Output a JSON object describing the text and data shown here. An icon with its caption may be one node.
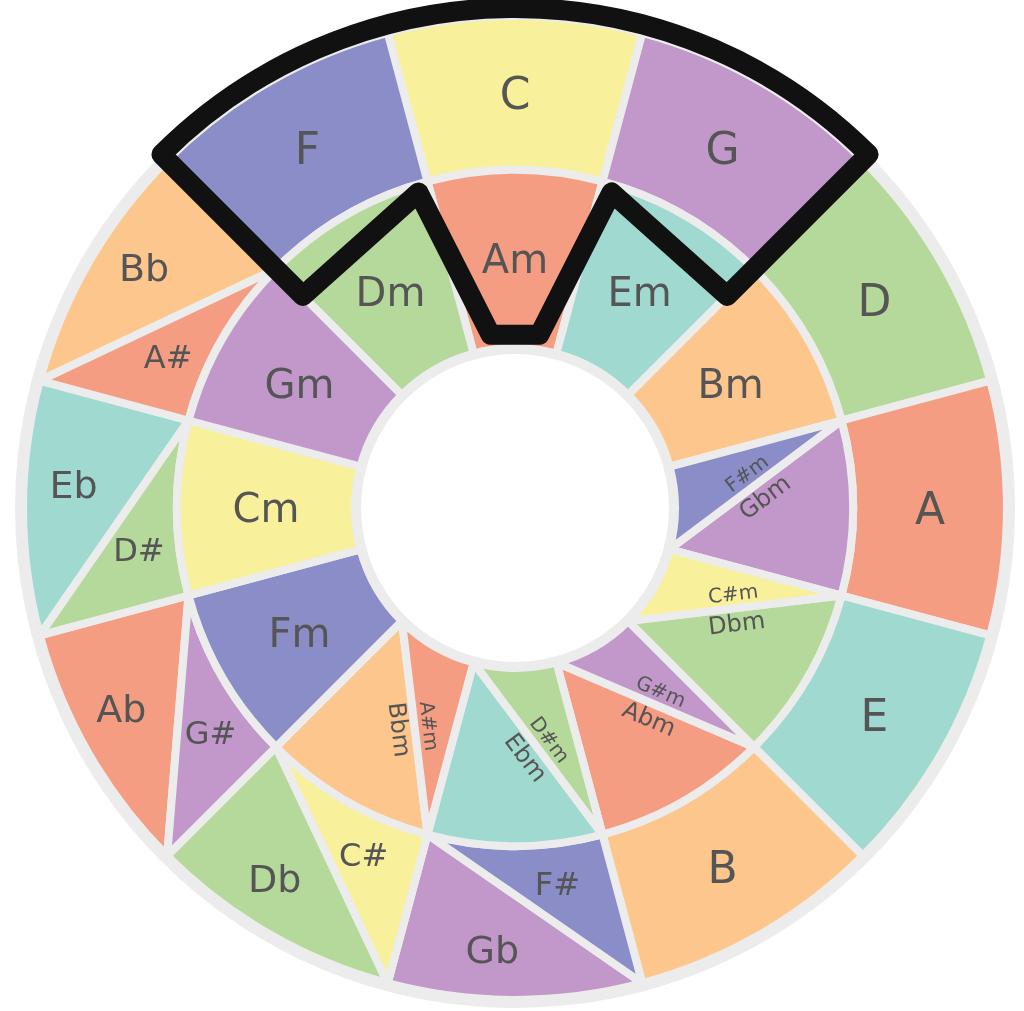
{
  "diagram": {
    "nodes": [
      {
        "text": [
          "C"
        ]
      },
      {
        "text": [
          "G"
        ]
      },
      {
        "text": [
          "D"
        ]
      },
      {
        "text": [
          "A"
        ]
      },
      {
        "text": [
          "E"
        ]
      },
      {
        "text": [
          "B"
        ]
      },
      {
        "text": [
          "Gb"
        ]
      },
      {
        "text": [
          "F#"
        ]
      },
      {
        "text": [
          "Db"
        ]
      },
      {
        "text": [
          "C#"
        ]
      },
      {
        "text": [
          "Ab"
        ]
      },
      {
        "text": [
          "G#"
        ]
      },
      {
        "text": [
          "Eb"
        ]
      },
      {
        "text": [
          "D#"
        ]
      },
      {
        "text": [
          "Bb"
        ]
      },
      {
        "text": [
          "A#"
        ]
      },
      {
        "text": [
          "F"
        ]
      },
      {
        "text": [
          "Am"
        ]
      },
      {
        "text": [
          "Em"
        ]
      },
      {
        "text": [
          "Bm"
        ]
      },
      {
        "text": [
          "Gbm"
        ]
      },
      {
        "text": [
          "F#m"
        ]
      },
      {
        "text": [
          "Dbm"
        ]
      },
      {
        "text": [
          "C#m"
        ]
      },
      {
        "text": [
          "Abm"
        ]
      },
      {
        "text": [
          "G#m"
        ]
      },
      {
        "text": [
          "Ebm"
        ]
      },
      {
        "text": [
          "D#m"
        ]
      },
      {
        "text": [
          "Bbm"
        ]
      },
      {
        "text": [
          "A#m"
        ]
      },
      {
        "text": [
          "Fm"
        ]
      },
      {
        "text": [
          "Cm"
        ]
      },
      {
        "text": [
          "Gm"
        ]
      },
      {
        "text": [
          "Dm"
        ]
      }
    ]
  }
}
